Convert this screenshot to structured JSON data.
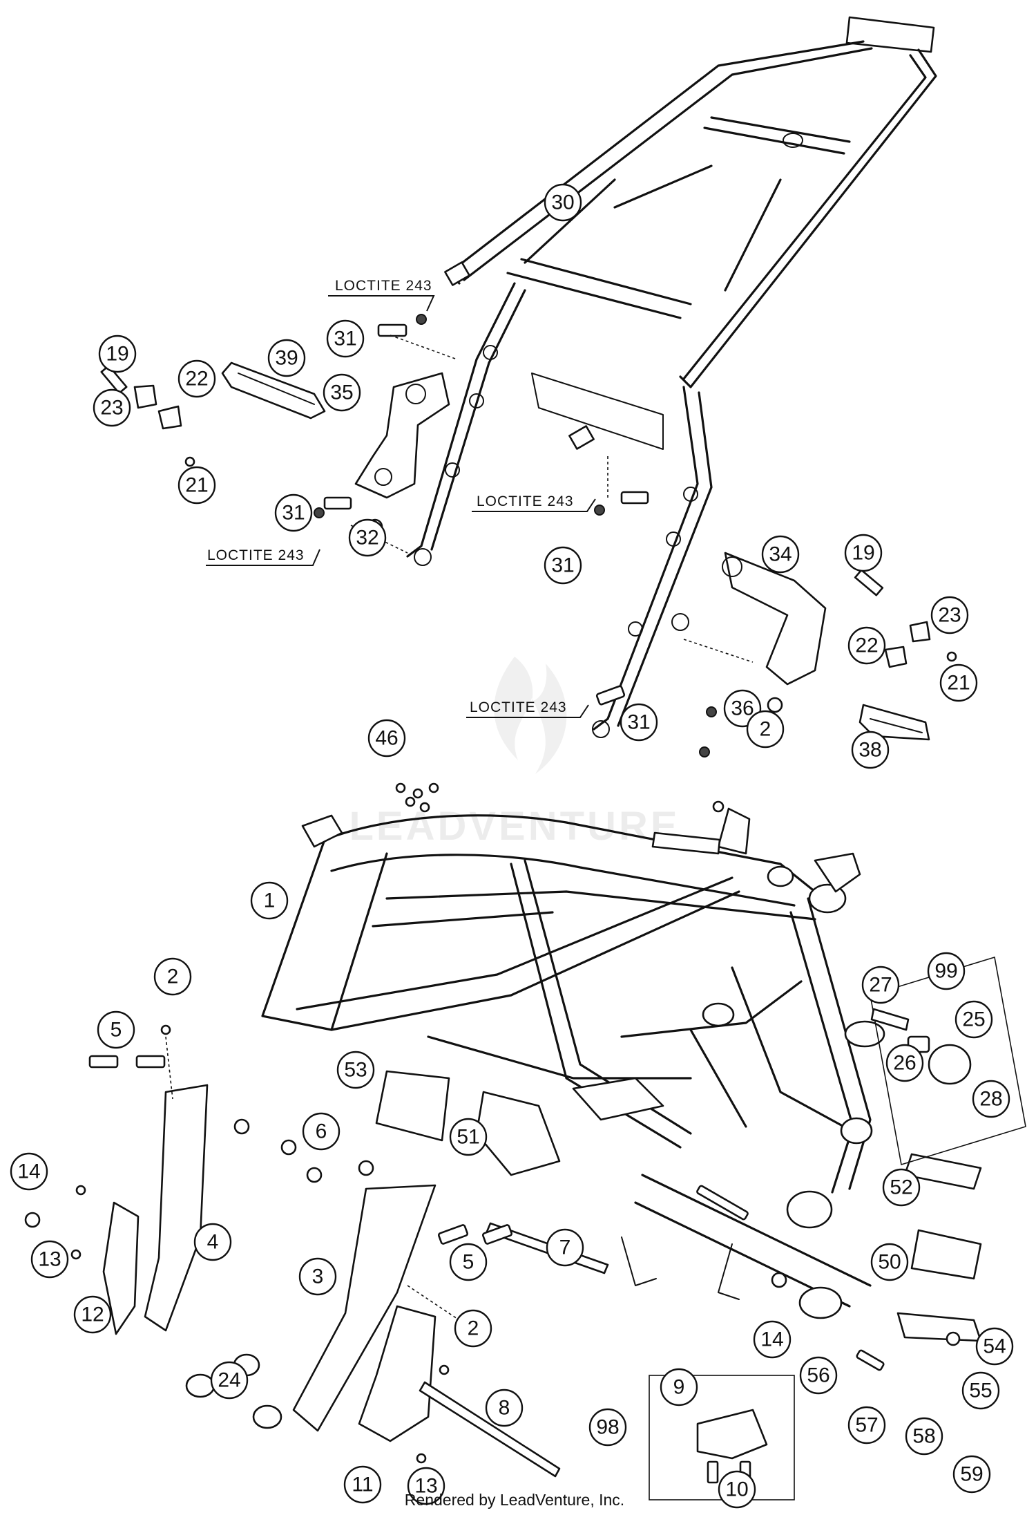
{
  "callouts": [
    {
      "label": "30"
    },
    {
      "label": "19"
    },
    {
      "label": "39"
    },
    {
      "label": "31"
    },
    {
      "label": "35"
    },
    {
      "label": "23"
    },
    {
      "label": "22"
    },
    {
      "label": "21"
    },
    {
      "label": "31"
    },
    {
      "label": "32"
    },
    {
      "label": "31"
    },
    {
      "label": "34"
    },
    {
      "label": "19"
    },
    {
      "label": "23"
    },
    {
      "label": "22"
    },
    {
      "label": "21"
    },
    {
      "label": "36"
    },
    {
      "label": "31"
    },
    {
      "label": "38"
    },
    {
      "label": "46"
    },
    {
      "label": "2"
    },
    {
      "label": "1"
    },
    {
      "label": "99"
    },
    {
      "label": "27"
    },
    {
      "label": "25"
    },
    {
      "label": "26"
    },
    {
      "label": "28"
    },
    {
      "label": "2"
    },
    {
      "label": "5"
    },
    {
      "label": "53"
    },
    {
      "label": "51"
    },
    {
      "label": "6"
    },
    {
      "label": "14"
    },
    {
      "label": "4"
    },
    {
      "label": "13"
    },
    {
      "label": "12"
    },
    {
      "label": "52"
    },
    {
      "label": "3"
    },
    {
      "label": "5"
    },
    {
      "label": "7"
    },
    {
      "label": "50"
    },
    {
      "label": "2"
    },
    {
      "label": "24"
    },
    {
      "label": "14"
    },
    {
      "label": "54"
    },
    {
      "label": "8"
    },
    {
      "label": "9"
    },
    {
      "label": "56"
    },
    {
      "label": "55"
    },
    {
      "label": "98"
    },
    {
      "label": "57"
    },
    {
      "label": "58"
    },
    {
      "label": "11"
    },
    {
      "label": "13"
    },
    {
      "label": "10"
    },
    {
      "label": "59"
    }
  ],
  "notes": [
    {
      "text": "LOCTITE 243"
    },
    {
      "text": "LOCTITE 243"
    },
    {
      "text": "LOCTITE 243"
    },
    {
      "text": "LOCTITE 243"
    }
  ],
  "credit": "Rendered by LeadVenture, Inc.",
  "watermark": "LEADVENTURE",
  "colors": {
    "line": "#111111",
    "background": "#ffffff"
  }
}
